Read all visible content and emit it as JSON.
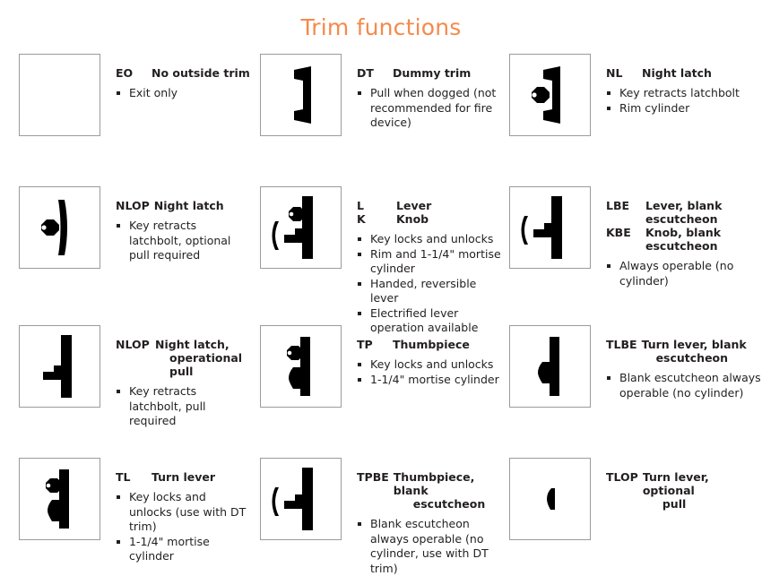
{
  "page": {
    "title": "Trim functions",
    "title_color": "#f58a4b",
    "box_border_color": "#9b9b9b",
    "text_color": "#231f20"
  },
  "rows": [
    {
      "cells": [
        {
          "icon": "trim-none-icon",
          "headings": [
            {
              "code": "EO",
              "name": "No outside trim"
            }
          ],
          "bullets": [
            "Exit only"
          ]
        },
        {
          "icon": "dummy-trim-pull-icon",
          "headings": [
            {
              "code": "DT",
              "name": "Dummy trim"
            }
          ],
          "bullets": [
            "Pull when dogged (not recommended for fire device)"
          ]
        },
        {
          "icon": "night-latch-cylinder-pull-icon",
          "headings": [
            {
              "code": "NL",
              "name": "Night latch"
            }
          ],
          "bullets": [
            "Key retracts latchbolt",
            "Rim cylinder"
          ]
        }
      ]
    },
    {
      "cells": [
        {
          "icon": "night-latch-optional-pull-icon",
          "headings": [
            {
              "code": "NLOP",
              "name": "Night latch"
            }
          ],
          "bullets": [
            "Key retracts latchbolt, optional pull required"
          ]
        },
        {
          "icon": "lever-knob-cylinder-icon",
          "headings": [
            {
              "code": "L",
              "name": "Lever"
            },
            {
              "code": "K",
              "name": "Knob"
            }
          ],
          "bullets": [
            "Key locks and unlocks",
            "Rim and 1-1/4\" mortise cylinder",
            "Handed, reversible lever",
            "Electrified lever operation available"
          ]
        },
        {
          "icon": "lever-knob-blank-escutcheon-icon",
          "headings": [
            {
              "code": "LBE",
              "name": "Lever, blank",
              "name2": "escutcheon"
            },
            {
              "code": "KBE",
              "name": "Knob, blank",
              "name2": "escutcheon"
            }
          ],
          "bullets": [
            "Always operable (no cylinder)"
          ]
        }
      ]
    },
    {
      "cells": [
        {
          "icon": "night-latch-operational-pull-icon",
          "headings": [
            {
              "code": "NLOP",
              "name": "Night latch,",
              "name2": "operational pull"
            }
          ],
          "bullets": [
            "Key retracts latchbolt, pull required"
          ]
        },
        {
          "icon": "thumbpiece-cylinder-icon",
          "headings": [
            {
              "code": "TP",
              "name": "Thumbpiece"
            }
          ],
          "bullets": [
            "Key locks and unlocks",
            "1-1/4\" mortise cylinder"
          ]
        },
        {
          "icon": "turn-lever-blank-escutcheon-icon",
          "headings": [
            {
              "code": "TLBE",
              "name": "Turn lever, blank",
              "name2": "escutcheon"
            }
          ],
          "bullets": [
            "Blank escutcheon always operable (no cylinder)"
          ]
        }
      ]
    },
    {
      "cells": [
        {
          "icon": "turn-lever-cylinder-icon",
          "headings": [
            {
              "code": "TL",
              "name": "Turn lever"
            }
          ],
          "bullets": [
            "Key locks and unlocks (use with DT trim)",
            "1-1/4\" mortise cylinder"
          ]
        },
        {
          "icon": "thumbpiece-blank-escutcheon-icon",
          "headings": [
            {
              "code": "TPBE",
              "name": "Thumbpiece, blank",
              "name2": "escutcheon"
            }
          ],
          "bullets": [
            "Blank escutcheon always operable (no cylinder, use with DT trim)"
          ]
        },
        {
          "icon": "turn-lever-optional-pull-icon",
          "headings": [
            {
              "code": "TLOP",
              "name": "Turn lever, optional",
              "name2": "pull"
            }
          ],
          "bullets": []
        }
      ]
    }
  ]
}
